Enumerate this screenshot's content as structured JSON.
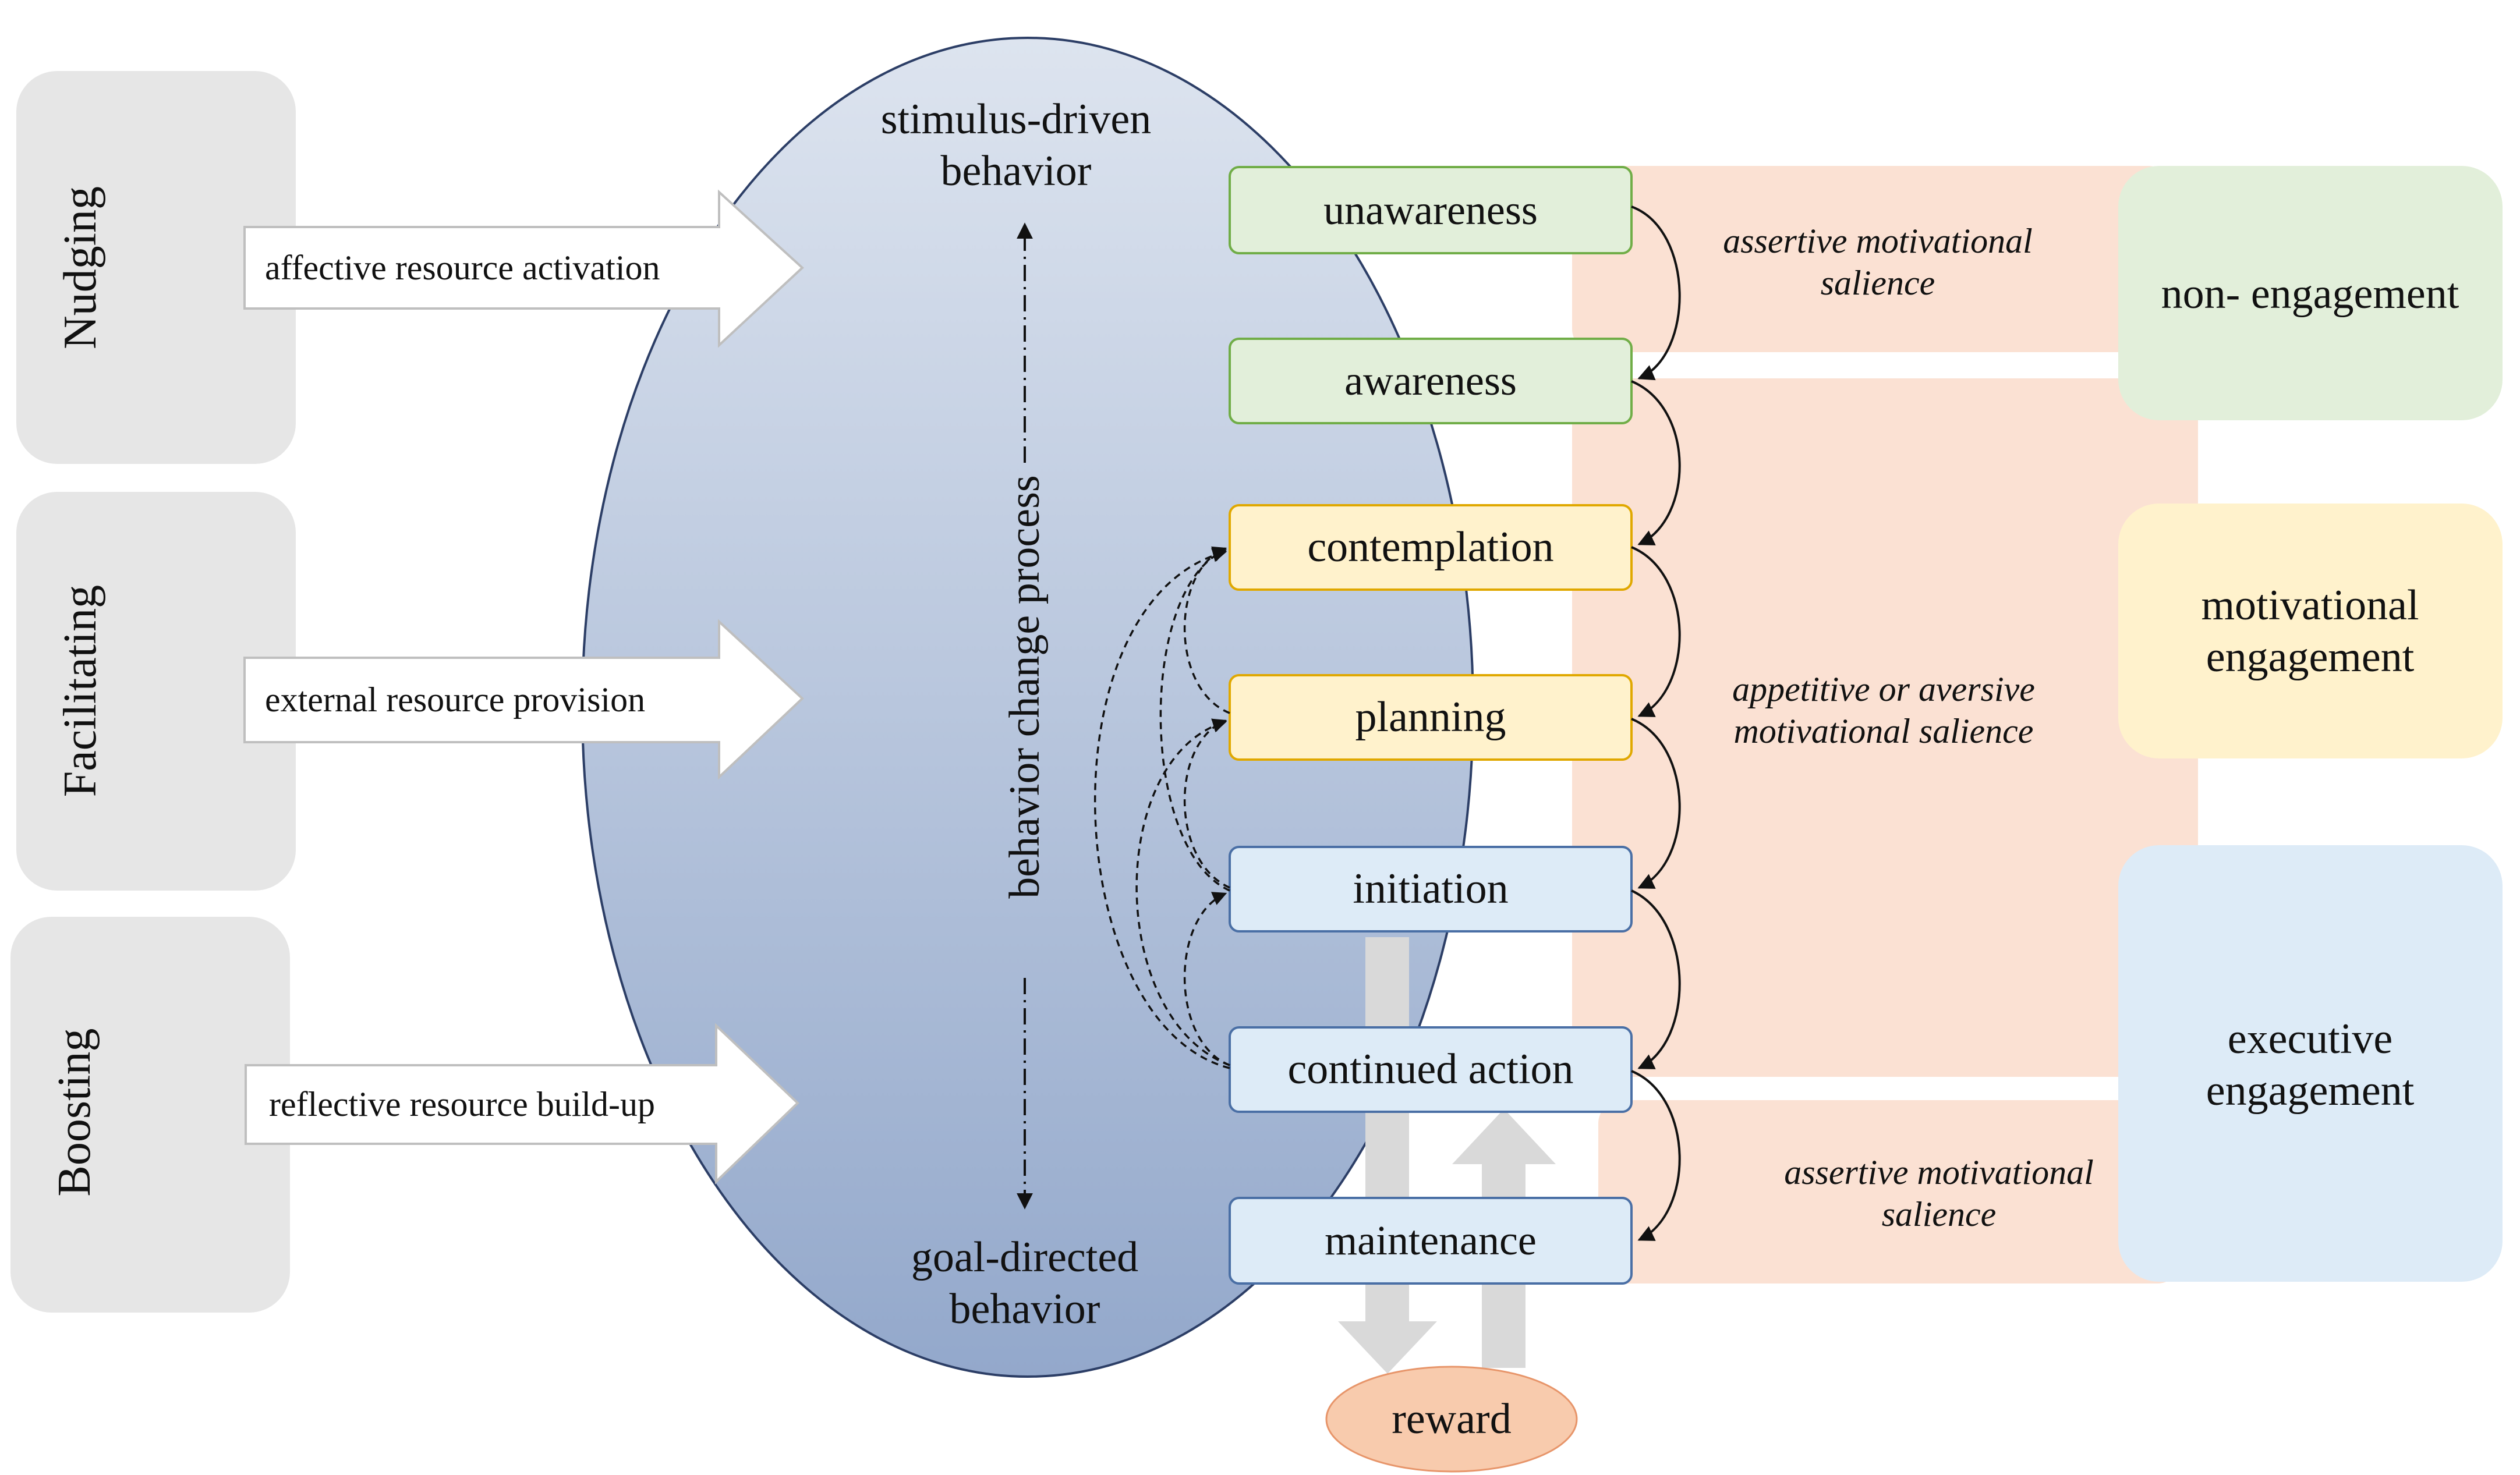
{
  "colors": {
    "side_box": "#e6e6e6",
    "ellipse_top": "#dde4ef",
    "ellipse_bottom": "#93a8cb",
    "ellipse_stroke": "#2c3e66",
    "green_fill": "#e2efda",
    "green_stroke": "#70ad47",
    "yellow_fill": "#fff2cc",
    "yellow_stroke": "#e0a800",
    "blue_fill": "#ddebf7",
    "blue_stroke": "#4a6fa5",
    "salience_band": "#fbe1d3",
    "reward_fill": "#f8cbad",
    "reward_stroke": "#e7956a",
    "gray_arrow": "#d9d9d9"
  },
  "approaches": [
    {
      "name": "Nudging",
      "resource": "affective  resource activation"
    },
    {
      "name": "Facilitating",
      "resource": "external  resource provision"
    },
    {
      "name": "Boosting",
      "resource": "reflective  resource build-up"
    }
  ],
  "ellipse": {
    "top_label": "stimulus-driven behavior",
    "bottom_label": "goal-directed behavior",
    "process_label": "behavior change process"
  },
  "stages": [
    {
      "label": "unawareness",
      "group": "green"
    },
    {
      "label": "awareness",
      "group": "green"
    },
    {
      "label": "contemplation",
      "group": "yellow"
    },
    {
      "label": "planning",
      "group": "yellow"
    },
    {
      "label": "initiation",
      "group": "blue"
    },
    {
      "label": "continued action",
      "group": "blue"
    },
    {
      "label": "maintenance",
      "group": "blue"
    }
  ],
  "salience": [
    {
      "label": "assertive motivational salience"
    },
    {
      "label": "appetitive or aversive motivational salience"
    },
    {
      "label": "assertive motivational salience"
    }
  ],
  "engagement": [
    {
      "label": "non- engagement",
      "group": "green"
    },
    {
      "label": "motivational engagement",
      "group": "yellow"
    },
    {
      "label": "executive engagement",
      "group": "blue"
    }
  ],
  "reward": {
    "label": "reward"
  }
}
